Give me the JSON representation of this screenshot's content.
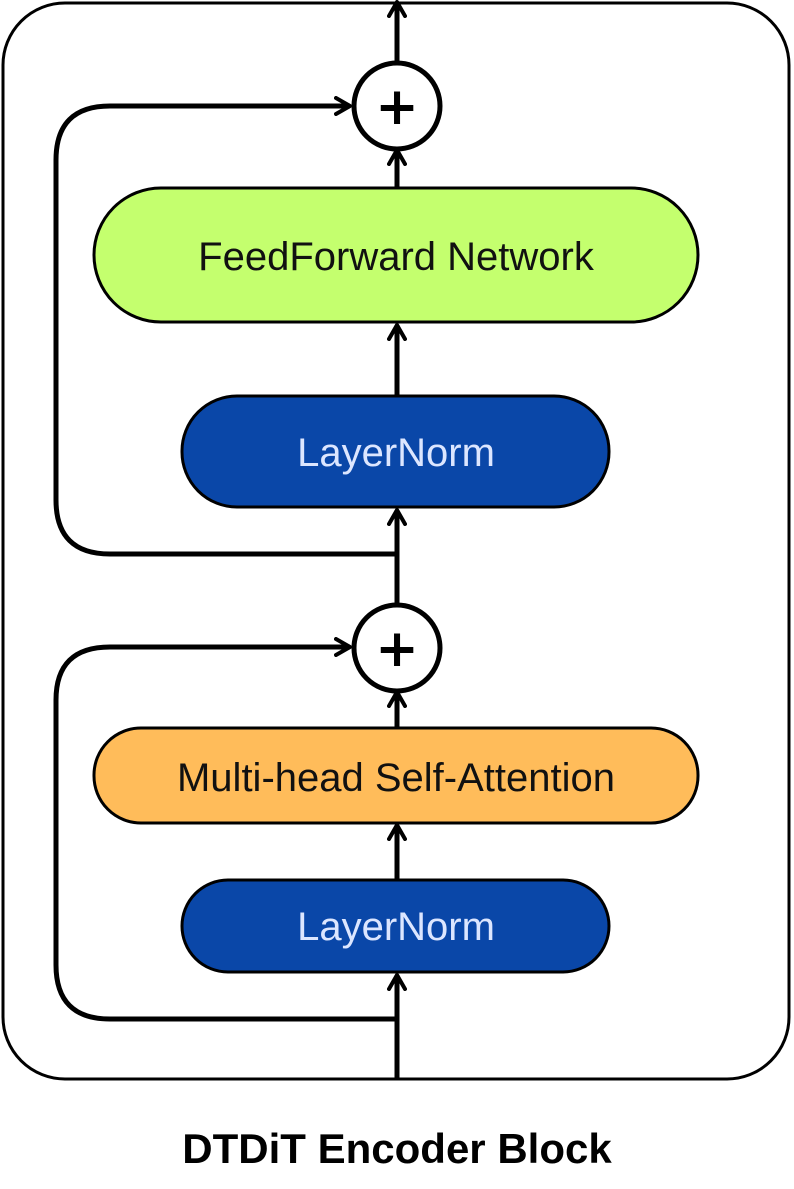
{
  "diagram": {
    "caption": "DTDiT Encoder Block",
    "blocks": {
      "ffn": {
        "label": "FeedForward Network",
        "color": "#c4ff6e"
      },
      "layernorm_top": {
        "label": "LayerNorm",
        "color": "#0a47a8"
      },
      "mhsa": {
        "label": "Multi-head Self-Attention",
        "color": "#ffbc5a"
      },
      "layernorm_bottom": {
        "label": "LayerNorm",
        "color": "#0a47a8"
      }
    },
    "adders": {
      "symbol": "+"
    },
    "colors": {
      "stroke": "#000000",
      "layernorm_text": "#dce6ff",
      "block_text": "#111111"
    }
  }
}
